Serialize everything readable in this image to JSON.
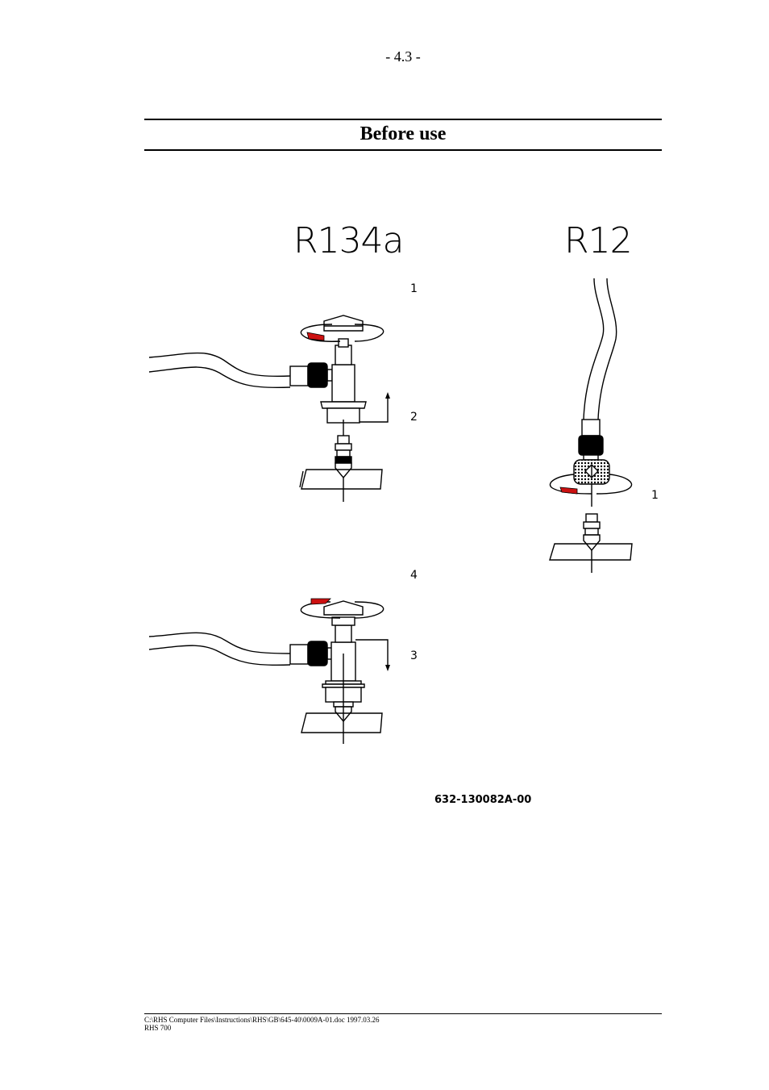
{
  "header": {
    "page_number": "- 4.3 -"
  },
  "section": {
    "title": "Before use"
  },
  "figure": {
    "left_title": "R134a",
    "right_title": "R12",
    "step_labels": {
      "step1_left": "1",
      "step2": "2",
      "step4": "4",
      "step3": "3",
      "step1_right": "1"
    },
    "drawing_code": "632-130082A-00"
  },
  "footer": {
    "file_path": "C:\\RHS Computer Files\\Instructions\\RHS\\GB\\645-40\\0009A-01.doc   1997.03.26",
    "model": "RHS 700"
  },
  "colors": {
    "arrow_accent": "#cc1111",
    "ink": "#000000"
  }
}
